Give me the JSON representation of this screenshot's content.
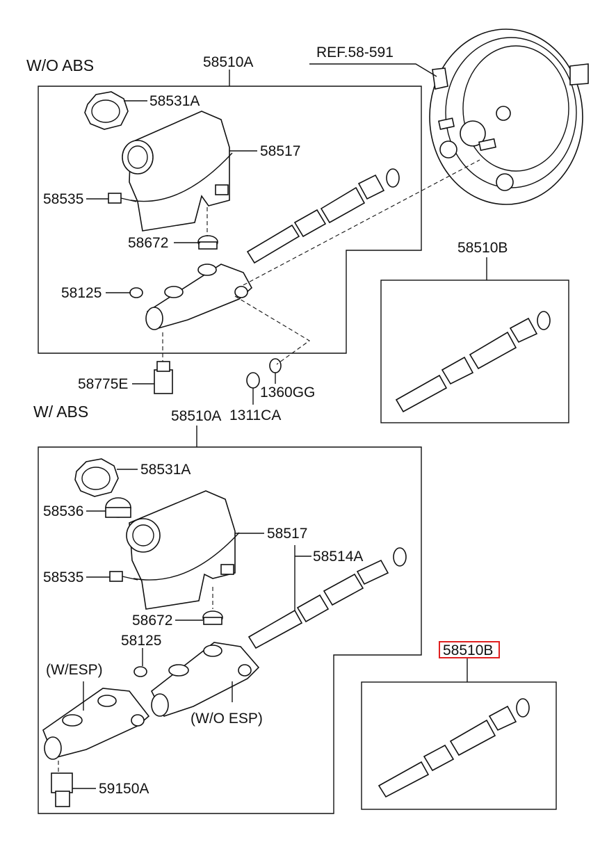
{
  "sections": {
    "wo_abs": "W/O ABS",
    "w_abs": "W/ ABS"
  },
  "ref_label": "REF.58-591",
  "variant_labels": {
    "w_esp": "(W/ESP)",
    "wo_esp": "(W/O ESP)"
  },
  "top_parts": {
    "assembly": "58510A",
    "cap": "58531A",
    "reservoir": "58517",
    "sensor": "58535",
    "grommet": "58672",
    "plug": "58125",
    "fitting": "58775E",
    "nut": "1311CA",
    "washer": "1360GG"
  },
  "bottom_parts": {
    "assembly": "58510A",
    "cap": "58531A",
    "strainer": "58536",
    "reservoir": "58517",
    "sensor": "58535",
    "pin": "58514A",
    "grommet": "58672",
    "plug": "58125",
    "switch": "59150A"
  },
  "kits": {
    "upper": "58510B",
    "lower": "58510B"
  },
  "highlight_color": "#e02020"
}
